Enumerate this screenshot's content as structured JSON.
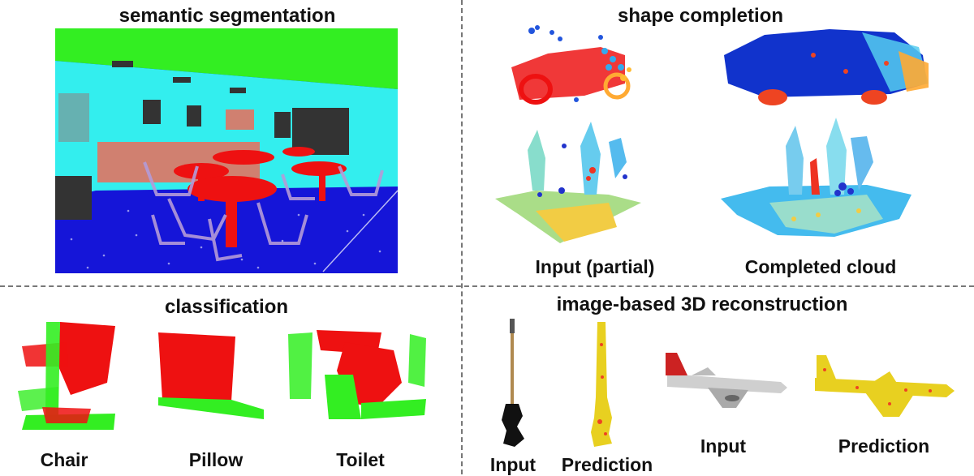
{
  "panels": {
    "segmentation": {
      "title": "semantic segmentation"
    },
    "completion": {
      "title": "shape completion",
      "labels": [
        "Input (partial)",
        "Completed cloud"
      ]
    },
    "classification": {
      "title": "classification",
      "labels": [
        "Chair",
        "Pillow",
        "Toilet"
      ]
    },
    "reconstruction": {
      "title": "image-based 3D reconstruction",
      "labels": [
        "Input",
        "Prediction",
        "Input",
        "Prediction"
      ]
    }
  },
  "colors": {
    "green": "#33ee22",
    "cyan": "#33eeee",
    "blue": "#1111dd",
    "red": "#ee1111",
    "lavender": "#b49bd8",
    "salmon": "#d08070",
    "dark": "#333333",
    "yellow": "#e8d020"
  }
}
